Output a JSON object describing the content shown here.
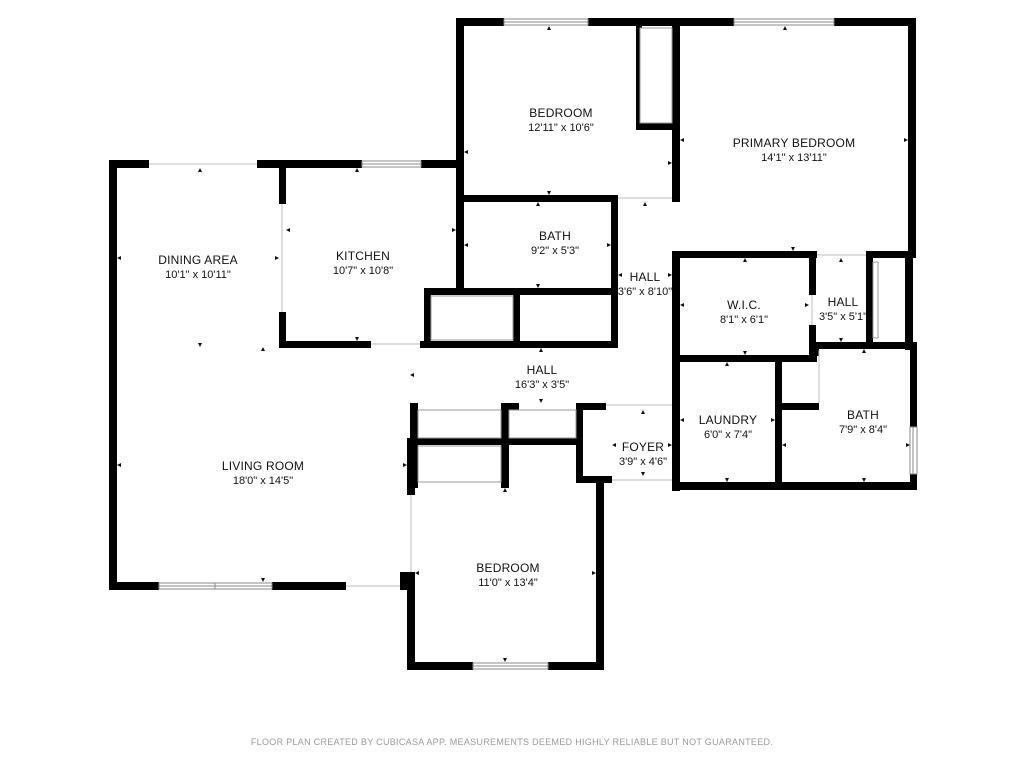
{
  "rooms": [
    {
      "key": "bedroom_top",
      "name": "BEDROOM",
      "dims": "12'11\" x 10'6\""
    },
    {
      "key": "primary_bedroom",
      "name": "PRIMARY BEDROOM",
      "dims": "14'1\" x 13'11\""
    },
    {
      "key": "dining_area",
      "name": "DINING AREA",
      "dims": "10'1\" x 10'11\""
    },
    {
      "key": "kitchen",
      "name": "KITCHEN",
      "dims": "10'7\" x 10'8\""
    },
    {
      "key": "bath_upper",
      "name": "BATH",
      "dims": "9'2\" x 5'3\""
    },
    {
      "key": "hall_vertical",
      "name": "HALL",
      "dims": "3'6\" x 8'10\""
    },
    {
      "key": "wic",
      "name": "W.I.C.",
      "dims": "8'1\" x 6'1\""
    },
    {
      "key": "hall_small",
      "name": "HALL",
      "dims": "3'5\" x 5'1\""
    },
    {
      "key": "hall_main",
      "name": "HALL",
      "dims": "16'3\" x 3'5\""
    },
    {
      "key": "living_room",
      "name": "LIVING ROOM",
      "dims": "18'0\" x 14'5\""
    },
    {
      "key": "foyer",
      "name": "FOYER",
      "dims": "3'9\" x 4'6\""
    },
    {
      "key": "laundry",
      "name": "LAUNDRY",
      "dims": "6'0\" x 7'4\""
    },
    {
      "key": "bath_right",
      "name": "BATH",
      "dims": "7'9\" x 8'4\""
    },
    {
      "key": "bedroom_bottom",
      "name": "BEDROOM",
      "dims": "11'0\" x 13'4\""
    }
  ],
  "footer_text": "FLOOR PLAN CREATED BY CUBICASA APP. MEASUREMENTS DEEMED HIGHLY RELIABLE BUT NOT GUARANTEED.",
  "colors": {
    "wall": "#000000",
    "background": "#ffffff",
    "window": "#8a8a8a",
    "footer": "#9a9a9a"
  }
}
